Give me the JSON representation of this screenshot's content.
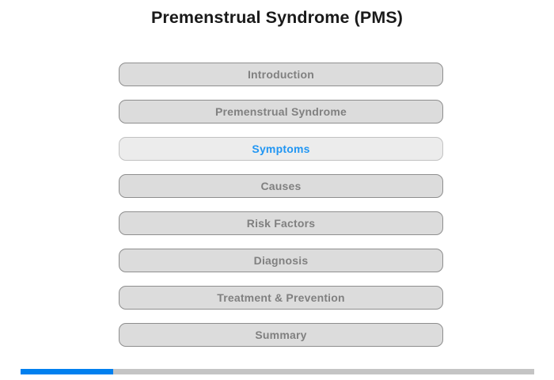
{
  "header": {
    "title": "Premenstrual Syndrome (PMS)"
  },
  "nav": {
    "items": [
      {
        "label": "Introduction",
        "active": false
      },
      {
        "label": "Premenstrual Syndrome",
        "active": false
      },
      {
        "label": "Symptoms",
        "active": true
      },
      {
        "label": "Causes",
        "active": false
      },
      {
        "label": "Risk Factors",
        "active": false
      },
      {
        "label": "Diagnosis",
        "active": false
      },
      {
        "label": "Treatment & Prevention",
        "active": false
      },
      {
        "label": "Summary",
        "active": false
      }
    ]
  },
  "progress": {
    "percent": 18,
    "fill_color": "#0080ef",
    "track_color": "#c4c4c4"
  },
  "colors": {
    "background": "#ffffff",
    "title_text": "#1a1a1a",
    "button_fill": "#dcdcdc",
    "button_border": "#8e8e8e",
    "button_text": "#808080",
    "active_fill": "#ececec",
    "active_border": "#c2c2c2",
    "active_text": "#2196f3"
  }
}
